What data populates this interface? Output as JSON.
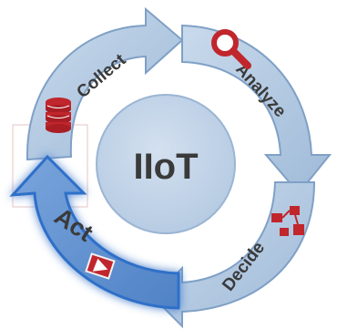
{
  "diagram": {
    "center_label": "IIoT",
    "stages": [
      {
        "id": "collect",
        "label": "Collect",
        "icon": "database-icon",
        "highlighted": false
      },
      {
        "id": "analyze",
        "label": "Analyze",
        "icon": "magnifier-icon",
        "highlighted": false
      },
      {
        "id": "decide",
        "label": "Decide",
        "icon": "flowchart-icon",
        "highlighted": false
      },
      {
        "id": "act",
        "label": "Act",
        "icon": "play-button-icon",
        "highlighted": true
      }
    ],
    "colors": {
      "arrow_fill": "#a9c3de",
      "arrow_stroke": "#7fa0c6",
      "active_fill": "#5e8fd0",
      "active_glow": "#2f6fc8",
      "center_fill": "#c0d2e7",
      "icon_red": "#c0262c",
      "text": "#3a3a3a"
    }
  }
}
